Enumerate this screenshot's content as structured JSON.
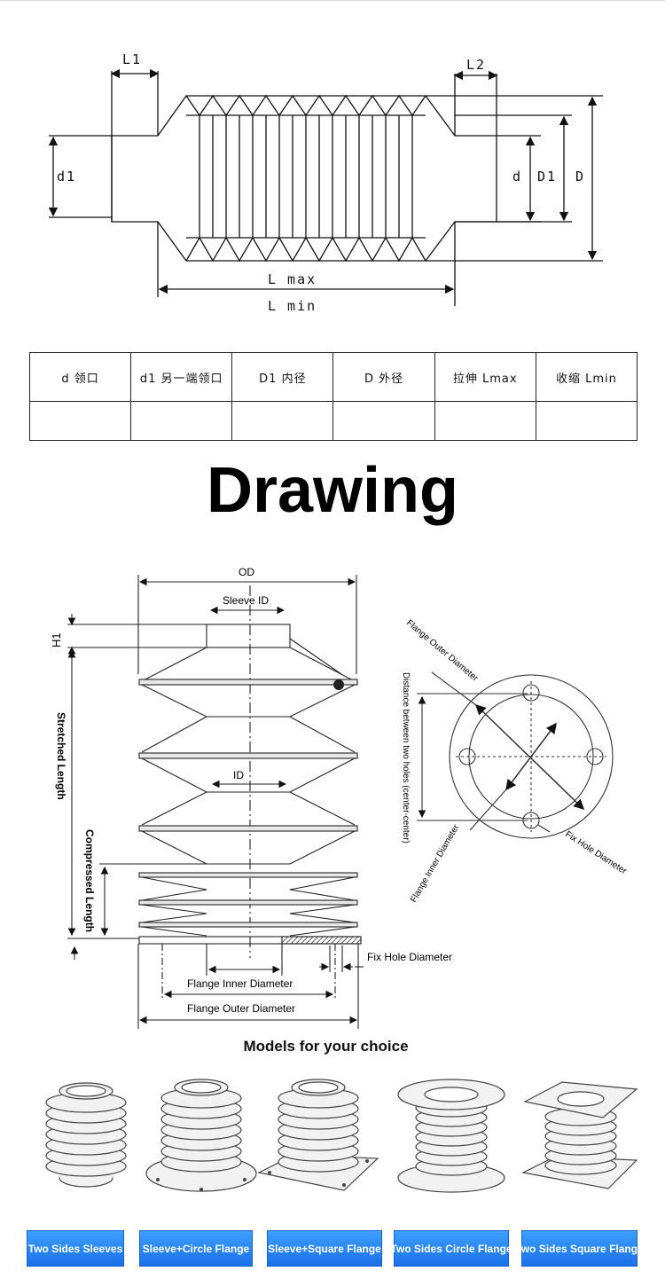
{
  "top_diagram": {
    "labels": {
      "l1": "L1",
      "l2": "L2",
      "d1": "d1",
      "d": "d",
      "D1": "D1",
      "D": "D",
      "lmax": "L max",
      "lmin": "L min"
    }
  },
  "spec_table": {
    "headers": [
      "d 领口",
      "d1 另一端领口",
      "D1 内径",
      "D 外径",
      "拉伸 Lmax",
      "收缩 Lmin"
    ],
    "values": [
      "",
      "",
      "",
      "",
      "",
      ""
    ]
  },
  "title": "Drawing",
  "detail_diagram": {
    "labels": {
      "od": "OD",
      "sleeve_id": "Sleeve ID",
      "h1": "H1",
      "id": "ID",
      "stretched_length": "Stretched Length",
      "compressed_length": "Compressed Length",
      "fix_hole_diameter": "Fix Hole Diameter",
      "flange_inner_diameter": "Flange Inner Diameter",
      "flange_outer_diameter": "Flange Outer Diameter"
    }
  },
  "flange_diagram": {
    "labels": {
      "flange_outer_diameter": "Flange Outer Diameter",
      "distance_between_holes": "Distance between two holes (center-center)",
      "flange_inner_diameter": "Flange Inner Diameter",
      "fix_hole_diameter": "Fix Hole Diameter"
    }
  },
  "models": {
    "title": "Models for your choice",
    "items": [
      {
        "label": "Two Sides Sleeves",
        "icon": "bellows-two-sleeves-icon"
      },
      {
        "label": "Sleeve+Circle Flange",
        "icon": "bellows-sleeve-circle-flange-icon"
      },
      {
        "label": "Sleeve+Square Flange",
        "icon": "bellows-sleeve-square-flange-icon"
      },
      {
        "label": "Two Sides Circle Flange",
        "icon": "bellows-two-circle-flange-icon"
      },
      {
        "label": "Two Sides Square Flange",
        "icon": "bellows-two-square-flange-icon"
      }
    ],
    "accent_color": "#2a82f4"
  }
}
